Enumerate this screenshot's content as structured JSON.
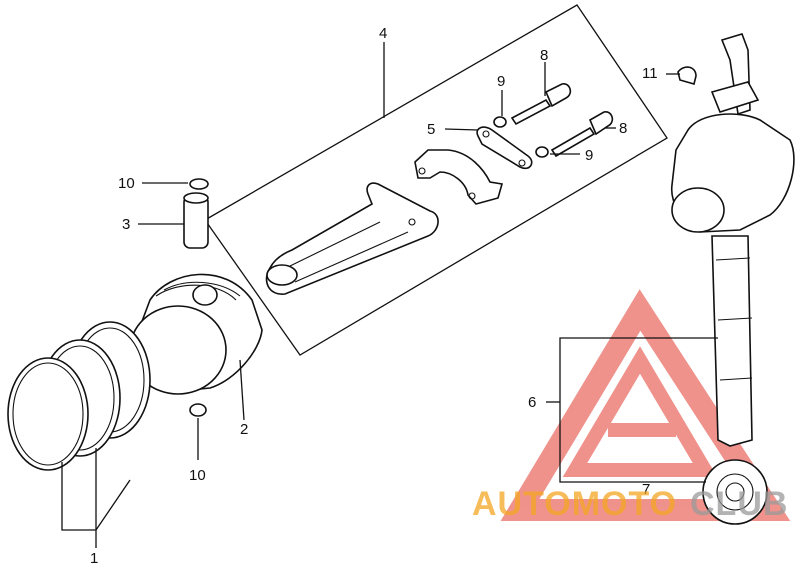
{
  "callouts": {
    "c1": "1",
    "c2": "2",
    "c3": "3",
    "c4": "4",
    "c5": "5",
    "c6": "6",
    "c7": "7",
    "c8a": "8",
    "c8b": "8",
    "c9a": "9",
    "c9b": "9",
    "c10a": "10",
    "c10b": "10",
    "c11": "11"
  },
  "watermark": {
    "text_orange": "AUTOMOTO",
    "text_gray": "CLUB",
    "color_red": "#e23a2e",
    "color_orange": "#f5a623",
    "color_gray": "#9a9a9a"
  }
}
